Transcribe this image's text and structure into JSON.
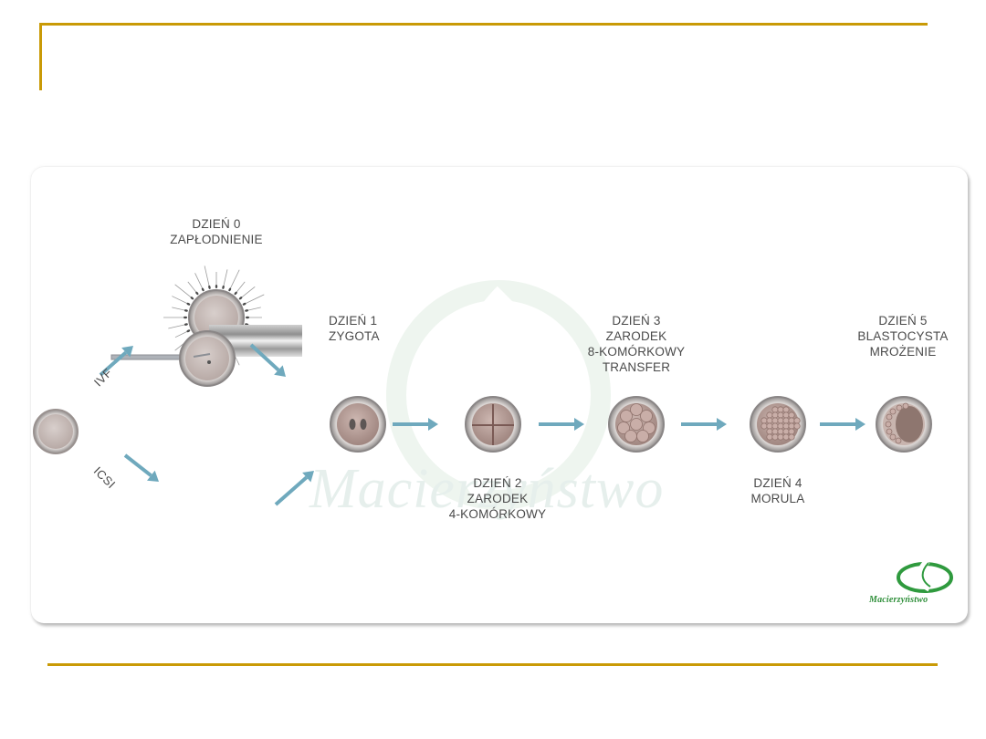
{
  "slide": {
    "accent_color": "#c99a06"
  },
  "diagram": {
    "arrow_color": "#6fa9bd",
    "watermark_text": "Macierzyństwo",
    "logo_text": "Macierzyństwo",
    "path_labels": {
      "ivf": "IVF",
      "icsi": "ICSI"
    },
    "stages": [
      {
        "id": "day0",
        "lines": [
          "DZIEŃ 0",
          "ZAPŁODNIENIE"
        ]
      },
      {
        "id": "day1",
        "lines": [
          "DZIEŃ 1",
          "ZYGOTA"
        ]
      },
      {
        "id": "day2",
        "lines": [
          "DZIEŃ 2",
          "ZARODEK",
          "4-KOMÓRKOWY"
        ]
      },
      {
        "id": "day3",
        "lines": [
          "DZIEŃ 3",
          "ZARODEK",
          "8-KOMÓRKOWY",
          "TRANSFER"
        ]
      },
      {
        "id": "day4",
        "lines": [
          "DZIEŃ 4",
          "MORULA"
        ]
      },
      {
        "id": "day5",
        "lines": [
          "DZIEŃ 5",
          "BLASTOCYSTA",
          "MROŻENIE"
        ]
      }
    ]
  }
}
